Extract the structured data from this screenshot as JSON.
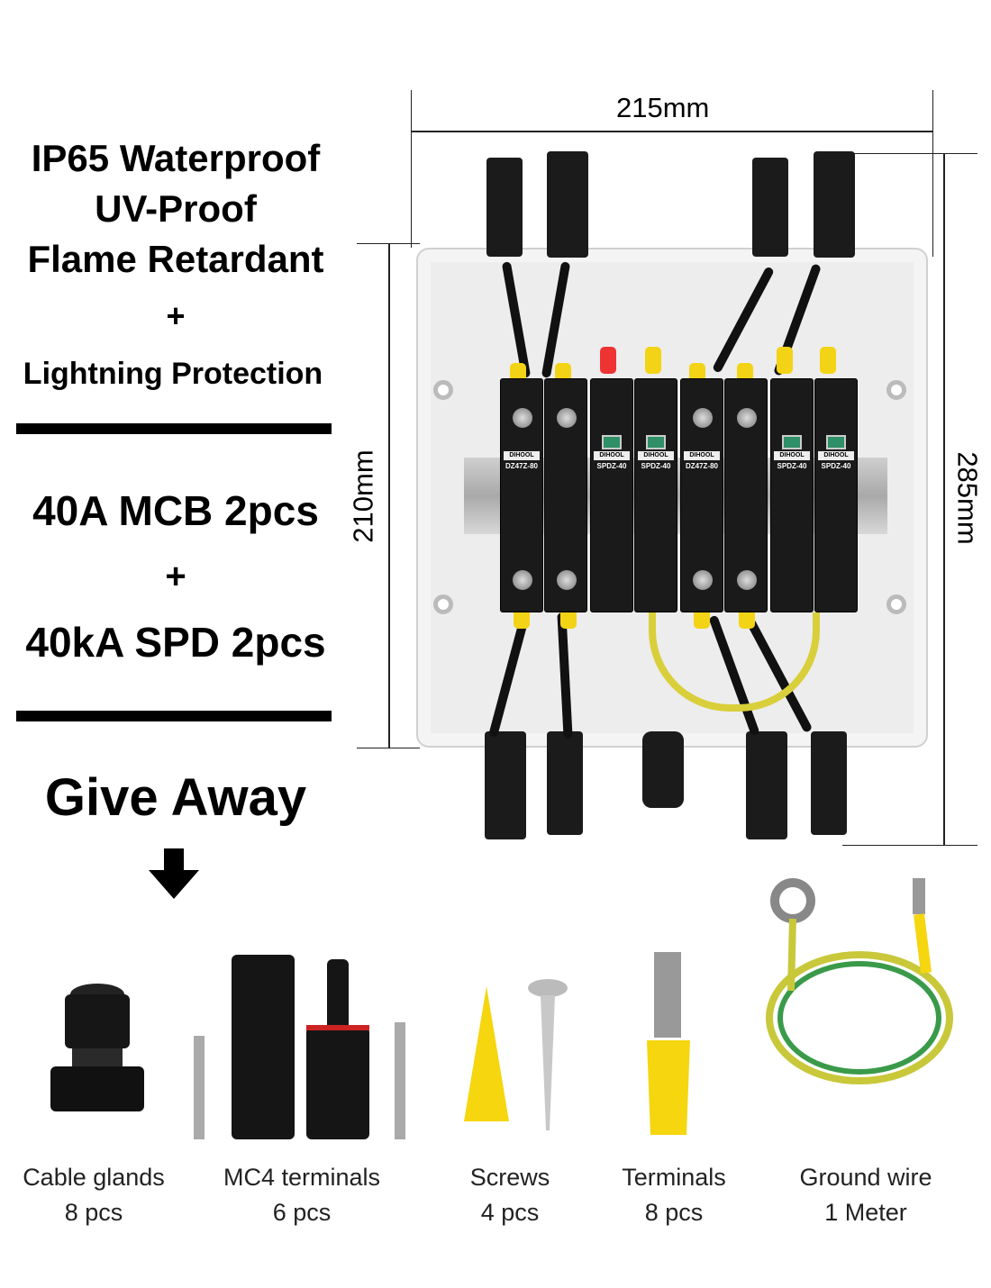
{
  "features": {
    "line1": "IP65 Waterproof",
    "line2": "UV-Proof",
    "line3": "Flame Retardant",
    "plus1": "+",
    "line4": "Lightning Protection",
    "mcb": "40A MCB 2pcs",
    "plus2": "+",
    "spd": "40kA SPD 2pcs",
    "giveaway": "Give Away"
  },
  "dimensions": {
    "width": "215mm",
    "height_box": "210mm",
    "height_total": "285mm"
  },
  "breakers": {
    "brand": "DIHOOL",
    "mcb_model": "DZ47Z-80",
    "spd_model": "SPDZ-40",
    "mcb_rating": "40A"
  },
  "accessories": [
    {
      "name": "Cable glands",
      "qty": "8 pcs"
    },
    {
      "name": "MC4 terminals",
      "qty": "6 pcs"
    },
    {
      "name": "Screws",
      "qty": "4 pcs"
    },
    {
      "name": "Terminals",
      "qty": "8 pcs"
    },
    {
      "name": "Ground wire",
      "qty": "1 Meter"
    }
  ],
  "colors": {
    "wire_yellow": "#f3d316",
    "ground_green": "#3a9a4a",
    "module_black": "#1a1a1a",
    "spd_window": "#2f8f66"
  }
}
